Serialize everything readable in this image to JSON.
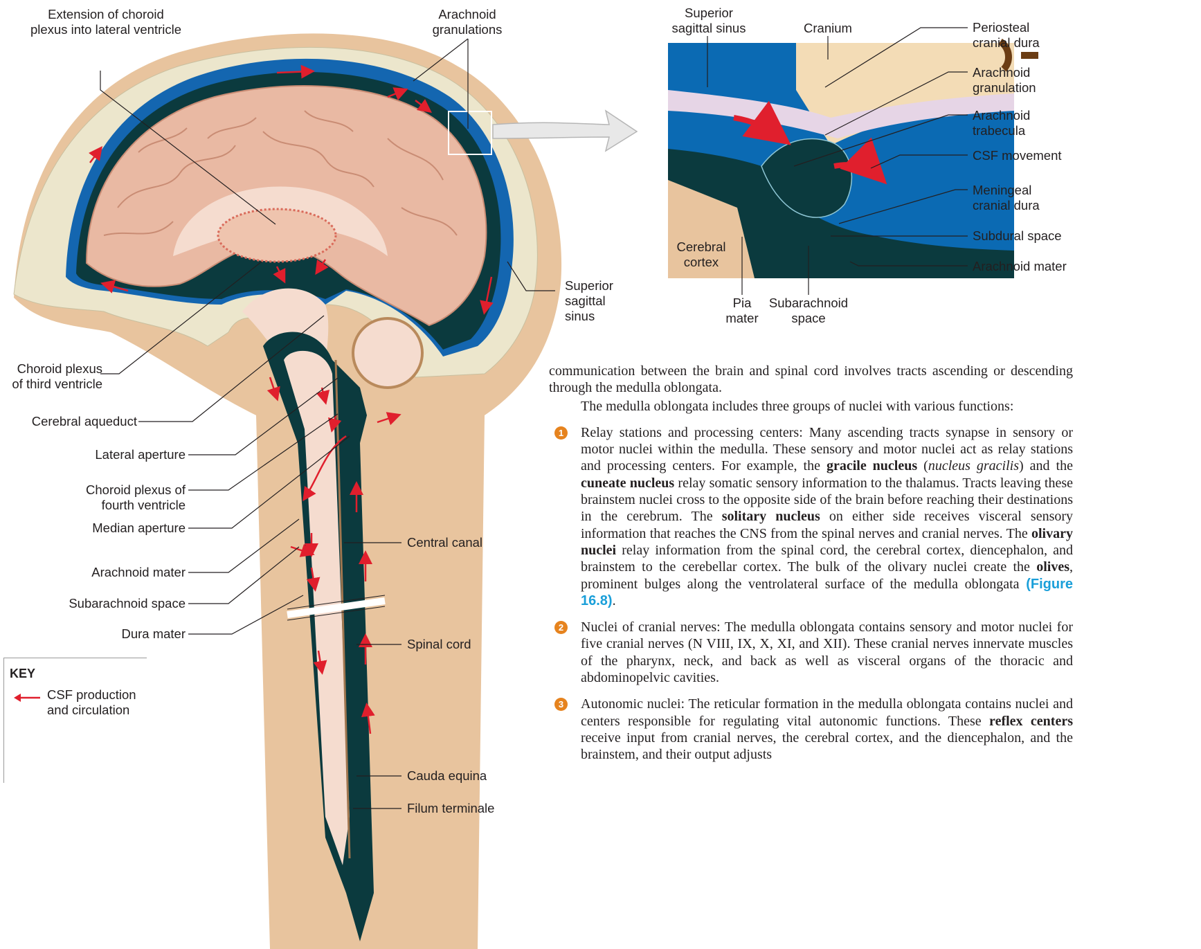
{
  "labels": {
    "choroid_ext": "Extension of choroid\nplexus into lateral ventricle",
    "arach_gran": "Arachnoid\ngranulations",
    "sup_sag_right": "Superior\nsagittal\nsinus",
    "choroid_third": "Choroid plexus\nof third ventricle",
    "cerebral_aqueduct": "Cerebral aqueduct",
    "lateral_aperture": "Lateral aperture",
    "choroid_fourth": "Choroid plexus of\nfourth ventricle",
    "median_aperture": "Median aperture",
    "arachnoid_mater": "Arachnoid mater",
    "subarachnoid_space": "Subarachnoid space",
    "dura_mater": "Dura mater",
    "central_canal": "Central canal",
    "spinal_cord": "Spinal cord",
    "cauda_equina": "Cauda equina",
    "filum_terminale": "Filum terminale"
  },
  "inset_labels": {
    "superior_sagittal_sinus": "Superior\nsagittal sinus",
    "cranium": "Cranium",
    "periosteal_dura": "Periosteal\ncranial dura",
    "arachnoid_granulation": "Arachnoid\ngranulation",
    "arachnoid_trabecula": "Arachnoid\ntrabecula",
    "csf_movement": "CSF movement",
    "meningeal_dura": "Meningeal\ncranial dura",
    "subdural_space": "Subdural space",
    "arachnoid_mater": "Arachnoid mater",
    "cerebral_cortex": "Cerebral\ncortex",
    "pia_mater": "Pia\nmater",
    "subarachnoid_space": "Subarachnoid\nspace"
  },
  "key": {
    "title": "KEY",
    "item": "CSF production\nand circulation"
  },
  "text": {
    "intro": "communication between the brain and spinal cord involves tracts ascending or descending through the medulla oblongata.",
    "lead": "The medulla oblongata includes three groups of nuclei with various functions:",
    "items": [
      {
        "num": "1",
        "parts": [
          {
            "t": "Relay stations and processing centers: Many ascending tracts synapse in sensory or motor nuclei within the medulla. These sensory and motor nuclei act as relay stations and processing centers. For example, the "
          },
          {
            "t": "gracile nucleus",
            "s": "b"
          },
          {
            "t": " ("
          },
          {
            "t": "nucleus gracilis",
            "s": "i"
          },
          {
            "t": ") and the "
          },
          {
            "t": "cuneate nucleus",
            "s": "b"
          },
          {
            "t": " relay somatic sensory information to the thalamus. Tracts leaving these brainstem nuclei cross to the opposite side of the brain before reaching their destinations in the cerebrum. The "
          },
          {
            "t": "solitary nucleus",
            "s": "b"
          },
          {
            "t": " on either side receives visceral sensory information that reaches the CNS from the spinal nerves and cranial nerves. The "
          },
          {
            "t": "olivary nuclei",
            "s": "b"
          },
          {
            "t": " relay information from the spinal cord, the cerebral cortex, diencephalon, and brainstem to the cerebellar cortex. The bulk of the olivary nuclei create the "
          },
          {
            "t": "olives",
            "s": "b"
          },
          {
            "t": ", prominent bulges along the ventrolateral surface of the medulla oblongata "
          },
          {
            "t": "(Figure 16.8)",
            "s": "fig-ref"
          },
          {
            "t": "."
          }
        ]
      },
      {
        "num": "2",
        "parts": [
          {
            "t": "Nuclei of cranial nerves: The medulla oblongata contains sensory and motor nuclei for five cranial nerves (N VIII, IX, X, XI, and XII). These cranial nerves innervate muscles of the pharynx, neck, and back as well as visceral organs of the thoracic and abdominopelvic cavities."
          }
        ]
      },
      {
        "num": "3",
        "parts": [
          {
            "t": "Autonomic nuclei: The reticular formation in the medulla oblongata contains nuclei and centers responsible for regulating vital autonomic functions. These "
          },
          {
            "t": "reflex centers",
            "s": "b"
          },
          {
            "t": " receive input from cranial nerves, the cerebral cortex, and the diencephalon, and the brainstem, and their output adjusts"
          }
        ]
      }
    ]
  },
  "colors": {
    "csf_blue": "#1466b0",
    "dark_teal": "#0b3a3e",
    "brain_pink": "#e9b9a3",
    "skin": "#e8c49e",
    "bone": "#ece6cc",
    "red_arrow": "#e01f2d",
    "number_orange": "#e6831e",
    "figure_link": "#1a9fd9"
  }
}
